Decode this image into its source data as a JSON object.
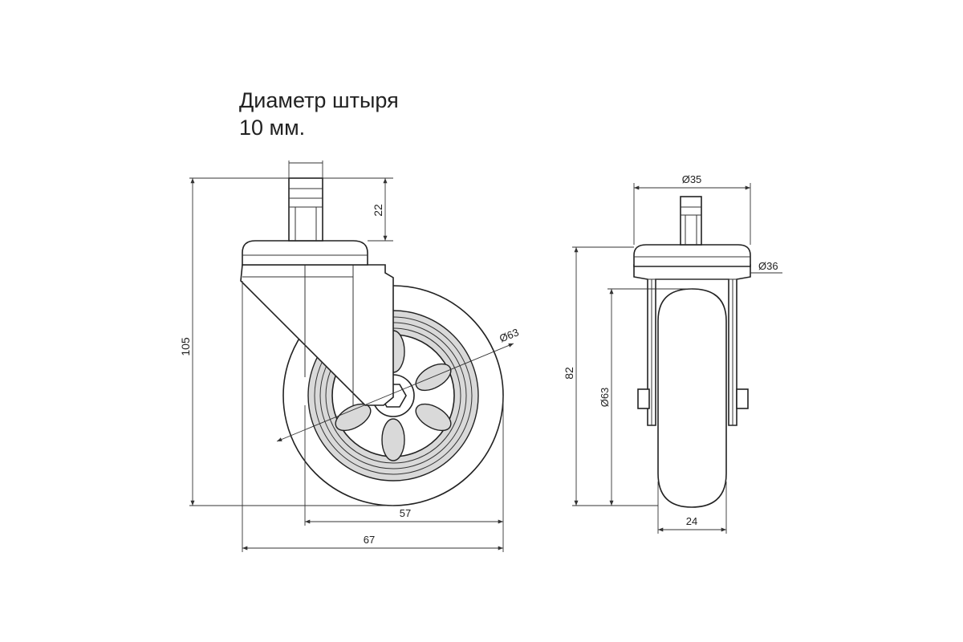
{
  "note": {
    "line1": "Диаметр штыря",
    "line2": "10 мм."
  },
  "side_view": {
    "dim_pin_height": "22",
    "dim_wheel_diameter": "Ø63",
    "dim_total_height": "105",
    "dim_wheel_width": "57",
    "dim_total_width": "67"
  },
  "front_view": {
    "dim_top_diameter": "Ø35",
    "dim_plate_diameter": "Ø36",
    "dim_height": "82",
    "dim_wheel_diameter": "Ø63",
    "dim_wheel_width": "24"
  }
}
